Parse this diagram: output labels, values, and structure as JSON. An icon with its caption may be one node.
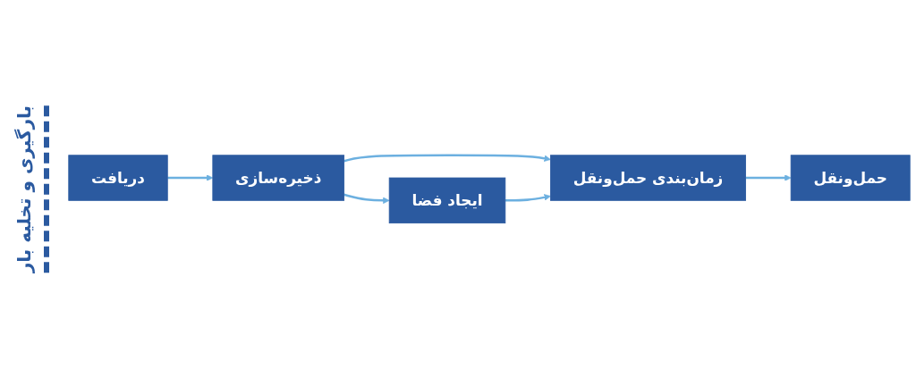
{
  "diagram": {
    "nodes": [
      {
        "text": [
          "دریافت"
        ]
      },
      {
        "text": [
          "ذخیره‌سازی"
        ]
      },
      {
        "text": [
          "ایجاد فضا"
        ]
      },
      {
        "text": [
          "زمان‌بندی حمل‌ونقل"
        ]
      },
      {
        "text": [
          "حمل‌ونقل"
        ]
      }
    ],
    "edges": [
      {
        "from": 0,
        "to": 1,
        "arrow": "to"
      },
      {
        "from": 1,
        "to": 2,
        "arrow": "to"
      },
      {
        "from": 1,
        "to": 3,
        "arrow": "to"
      },
      {
        "from": 2,
        "to": 3,
        "arrow": "to"
      },
      {
        "from": 3,
        "to": 4,
        "arrow": "to"
      }
    ],
    "labels": [
      "بارگیری و تخلیه بار"
    ]
  }
}
